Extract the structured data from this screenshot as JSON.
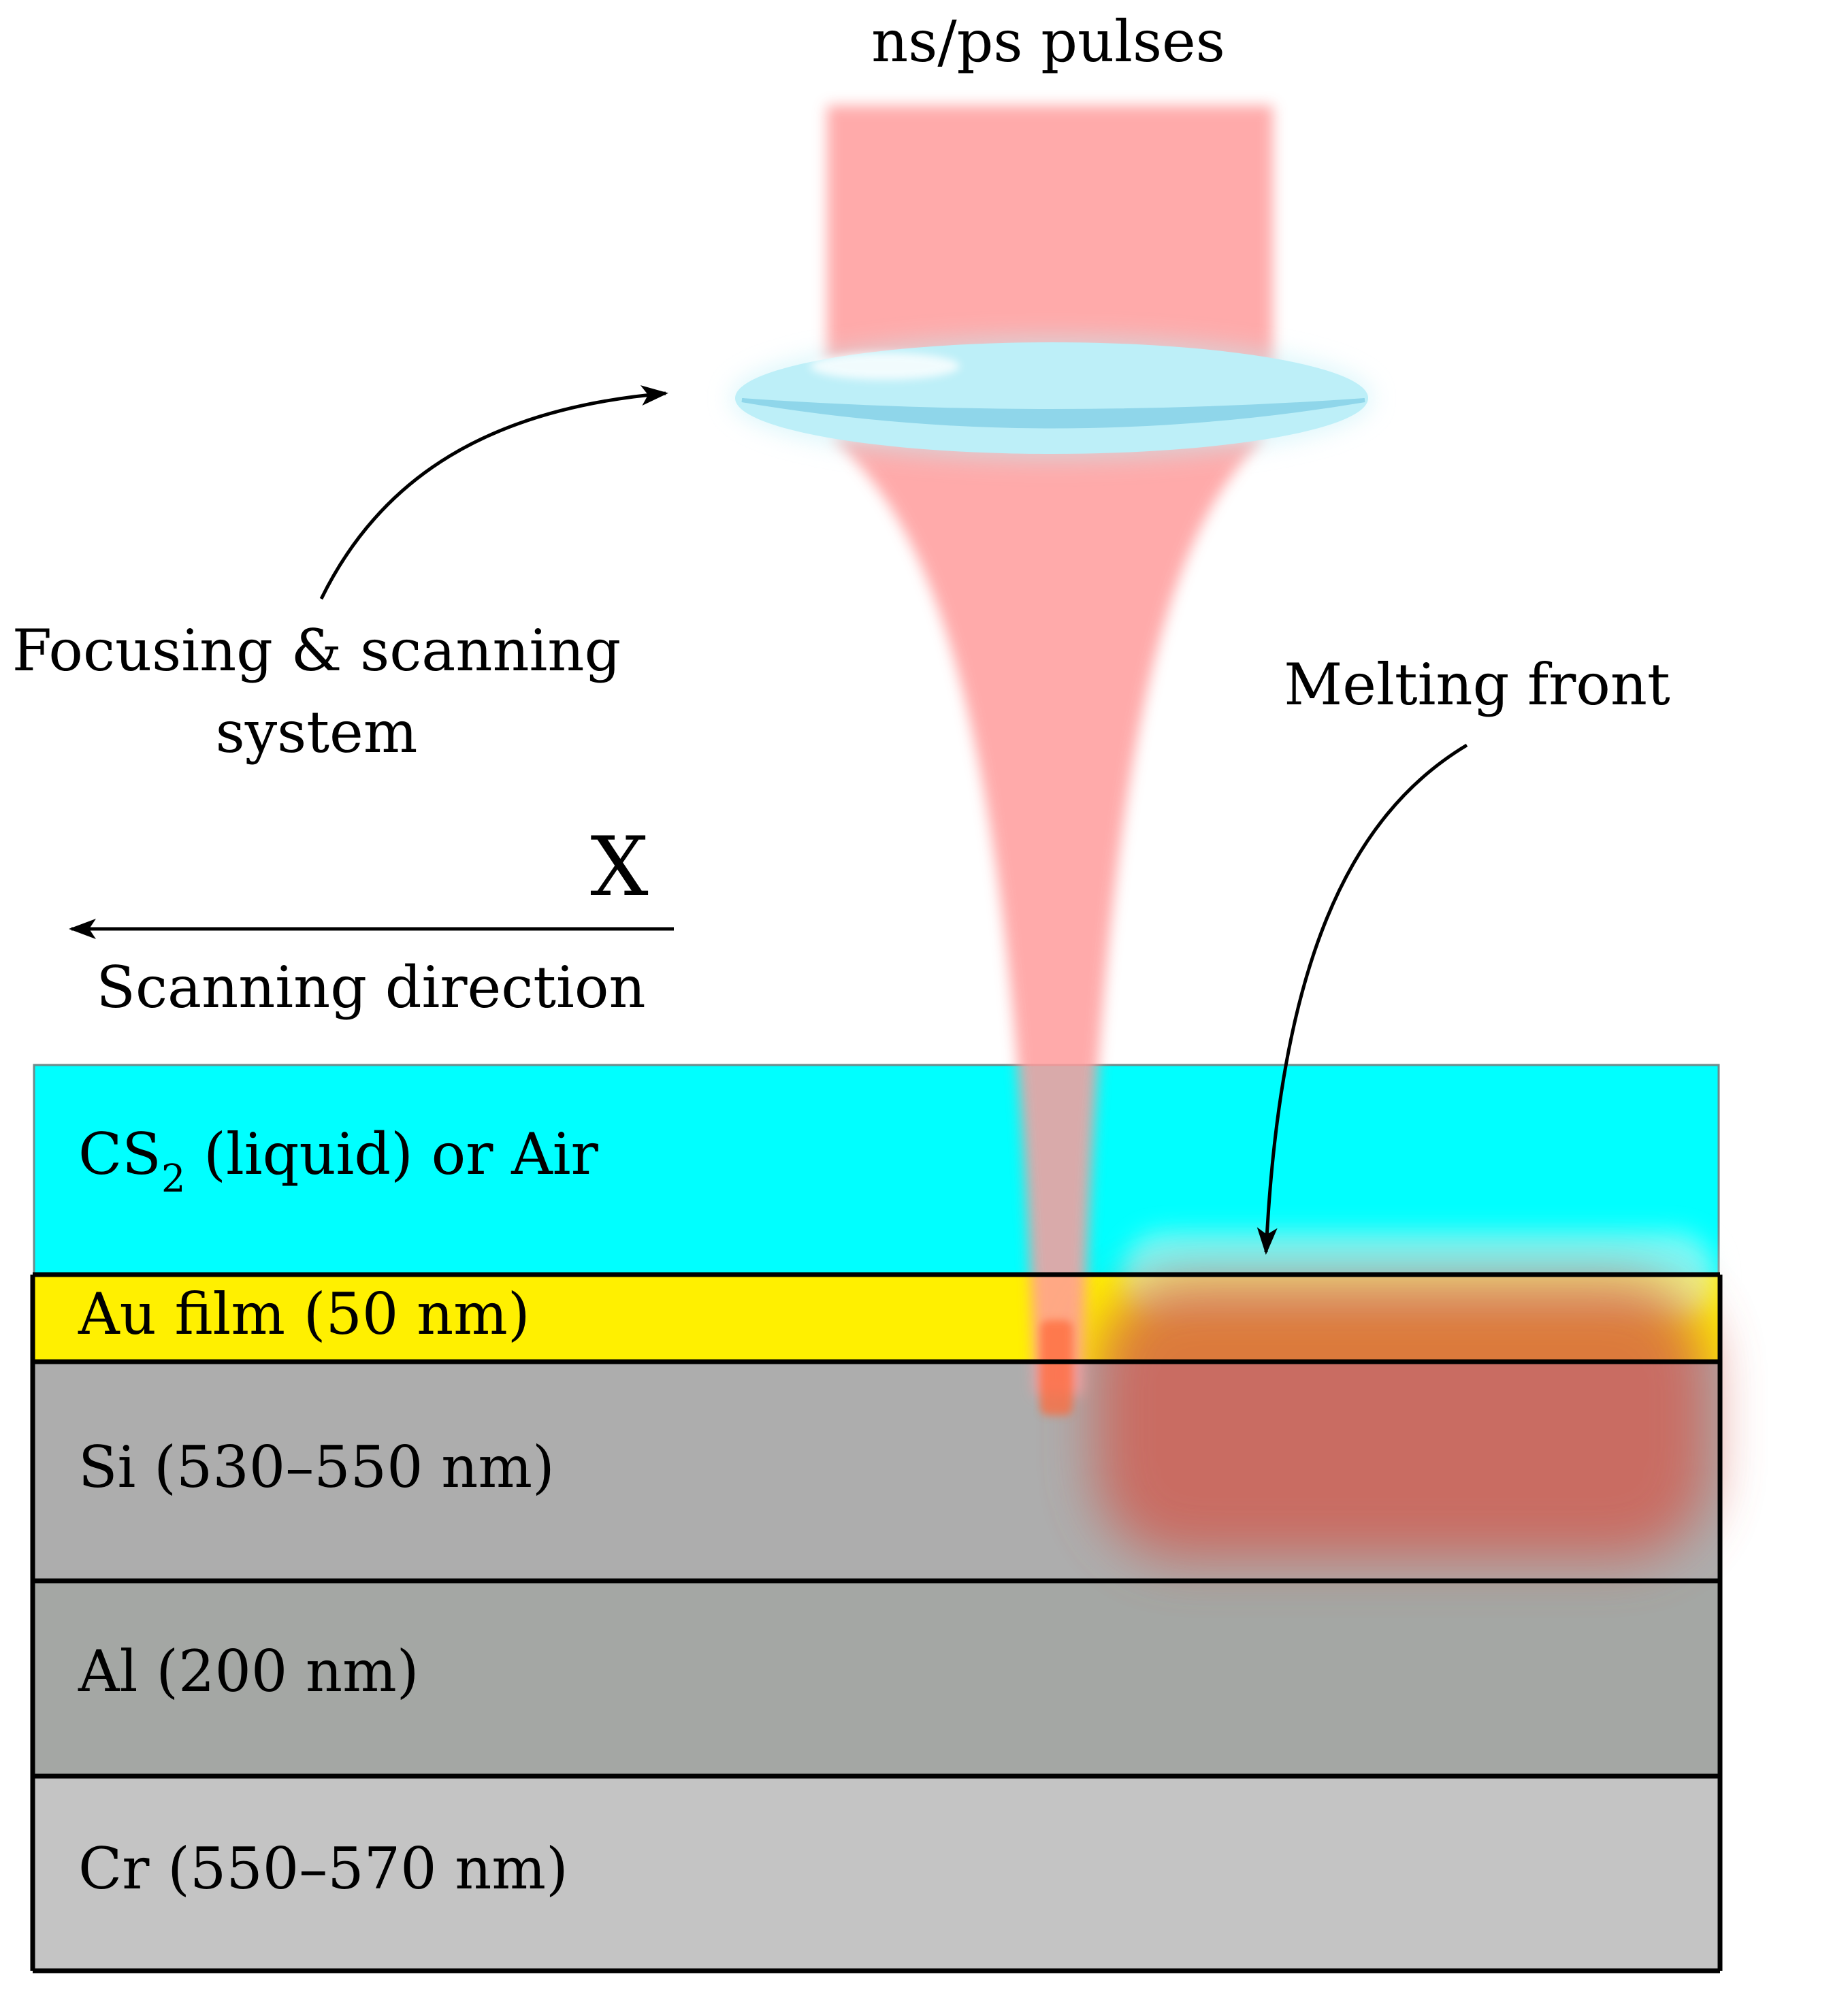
{
  "labels": {
    "pulses": "ns/ps pulses",
    "focusing_line1": "Focusing & scanning",
    "focusing_line2": "system",
    "melting_front": "Melting front",
    "axis_x": "X",
    "scanning_direction": "Scanning direction"
  },
  "layers": {
    "cs2": {
      "main": "CS",
      "sub": "2",
      "rest": " (liquid) or Air",
      "color": "#00ffff"
    },
    "au": {
      "label": "Au film (50 nm)",
      "color": "#fff000"
    },
    "si": {
      "label": "Si (530–550 nm)",
      "color": "#adadad"
    },
    "al": {
      "label": "Al (200 nm)",
      "color": "#a4a7a4"
    },
    "cr": {
      "label": "Cr (550–570 nm)",
      "color": "#c4c4c4"
    }
  },
  "colors": {
    "beam": "#ff9c9c",
    "lens": "#bdeff8",
    "lens_rim": "#8fd6ea",
    "melt": "#d15a4d",
    "outline": "#000000"
  }
}
